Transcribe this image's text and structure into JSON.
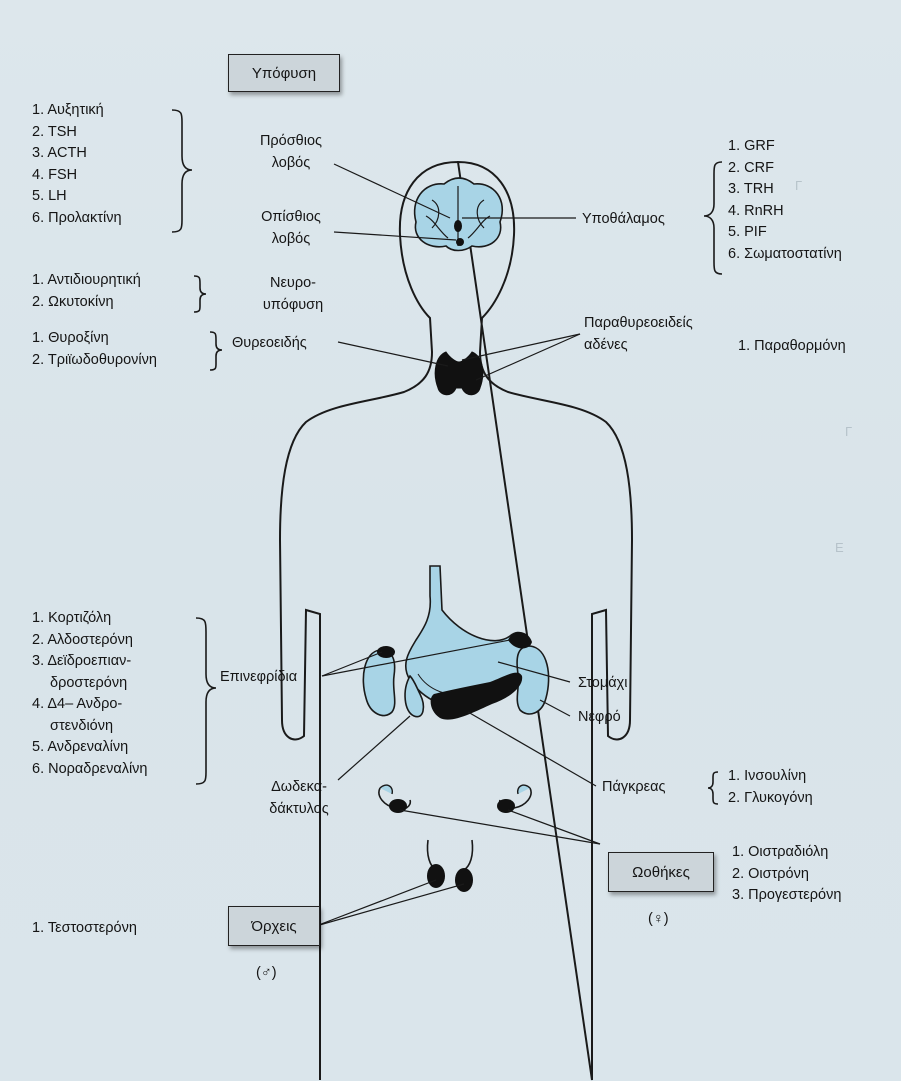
{
  "headers": {
    "pituitary": "Υπόφυση",
    "ovaries": "Ωοθήκες",
    "testes": "Όρχεις"
  },
  "labels": {
    "anterior_lobe": [
      "Πρόσθιος",
      "λοβός"
    ],
    "posterior_lobe": [
      "Οπίσθιος",
      "λοβός"
    ],
    "neurohypophysis": [
      "Νευρο-",
      "υπόφυση"
    ],
    "hypothalamus": "Υποθάλαμος",
    "thyroid": "Θυρεοειδής",
    "parathyroids": [
      "Παραθυρεοειδείς",
      "αδένες"
    ],
    "adrenals": "Επινεφρίδια",
    "stomach": "Στομάχι",
    "kidney": "Νεφρό",
    "pancreas": "Πάγκρεας",
    "duodenum": [
      "Δωδεκα-",
      "δάκτυλος"
    ],
    "female_symbol": "(♀)",
    "male_symbol": "(♂)"
  },
  "lists": {
    "pituitary_anterior": [
      "1. Αυξητική",
      "2. TSH",
      "3. ACTH",
      "4. FSH",
      "5. LH",
      "6. Προλακτίνη"
    ],
    "neurohypophysis": [
      "1. Αντιδιουρητική",
      "2. Ωκυτοκίνη"
    ],
    "thyroid": [
      "1. Θυροξίνη",
      "2. Τριϊωδοθυρονίνη"
    ],
    "hypothalamus": [
      "1. GRF",
      "2. CRF",
      "3. TRH",
      "4. RnRH",
      "5. PIF",
      "6. Σωματοστατίνη"
    ],
    "parathyroid": [
      "1. Παραθορμόνη"
    ],
    "adrenals": [
      "1. Κορτιζόλη",
      "2. Αλδοστερόνη",
      "3. Δεϊδροεπιαν-",
      "δροστερόνη",
      "4. Δ4– Ανδρο-",
      "στενδιόνη",
      "5. Ανδρεναλίνη",
      "6. Νοραδρεναλίνη"
    ],
    "pancreas": [
      "1. Ινσουλίνη",
      "2. Γλυκογόνη"
    ],
    "ovaries": [
      "1. Οιστραδιόλη",
      "2. Οιστρόνη",
      "3. Προγεστερόνη"
    ],
    "testes": [
      "1. Τεστοστερόνη"
    ]
  },
  "colors": {
    "background": "#dde7ec",
    "organ_fill": "#a8d4e6",
    "gland_fill": "#111111",
    "outline": "#1a1a1a"
  }
}
